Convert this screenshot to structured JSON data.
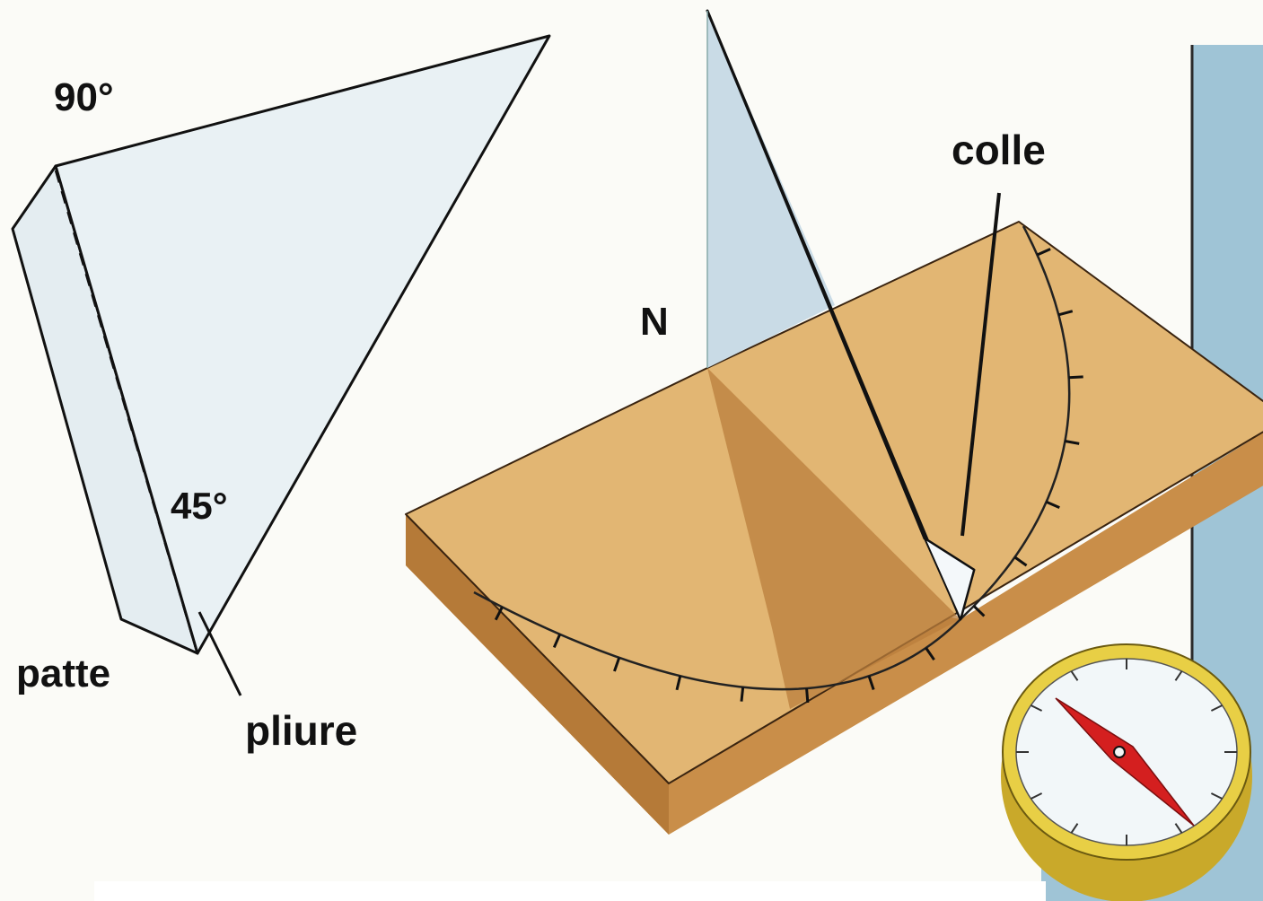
{
  "labels": {
    "angle_top": "90°",
    "angle_bottom": "45°",
    "flap": "patte",
    "fold": "pliure",
    "north": "N",
    "glue": "colle"
  },
  "dial_ticks": 15,
  "colors": {
    "page_background": "#fbfbf7",
    "surround": "#9fc4d6",
    "gnomon_flat": "#e9f1f4",
    "gnomon_flap": "#e4edf1",
    "gnomon_standing": "#d8e6ee",
    "gnomon_standing_left": "#c9dbe6",
    "base_top": "#e2b673",
    "base_top_shadow": "#b97e3c",
    "base_front": "#c98e49",
    "base_side": "#b57a38",
    "compass_ring": "#e8cf45",
    "compass_ring_side": "#c9a92a",
    "compass_face": "#f2f7f9",
    "compass_needle": "#d41f1f",
    "ink": "#111111"
  }
}
